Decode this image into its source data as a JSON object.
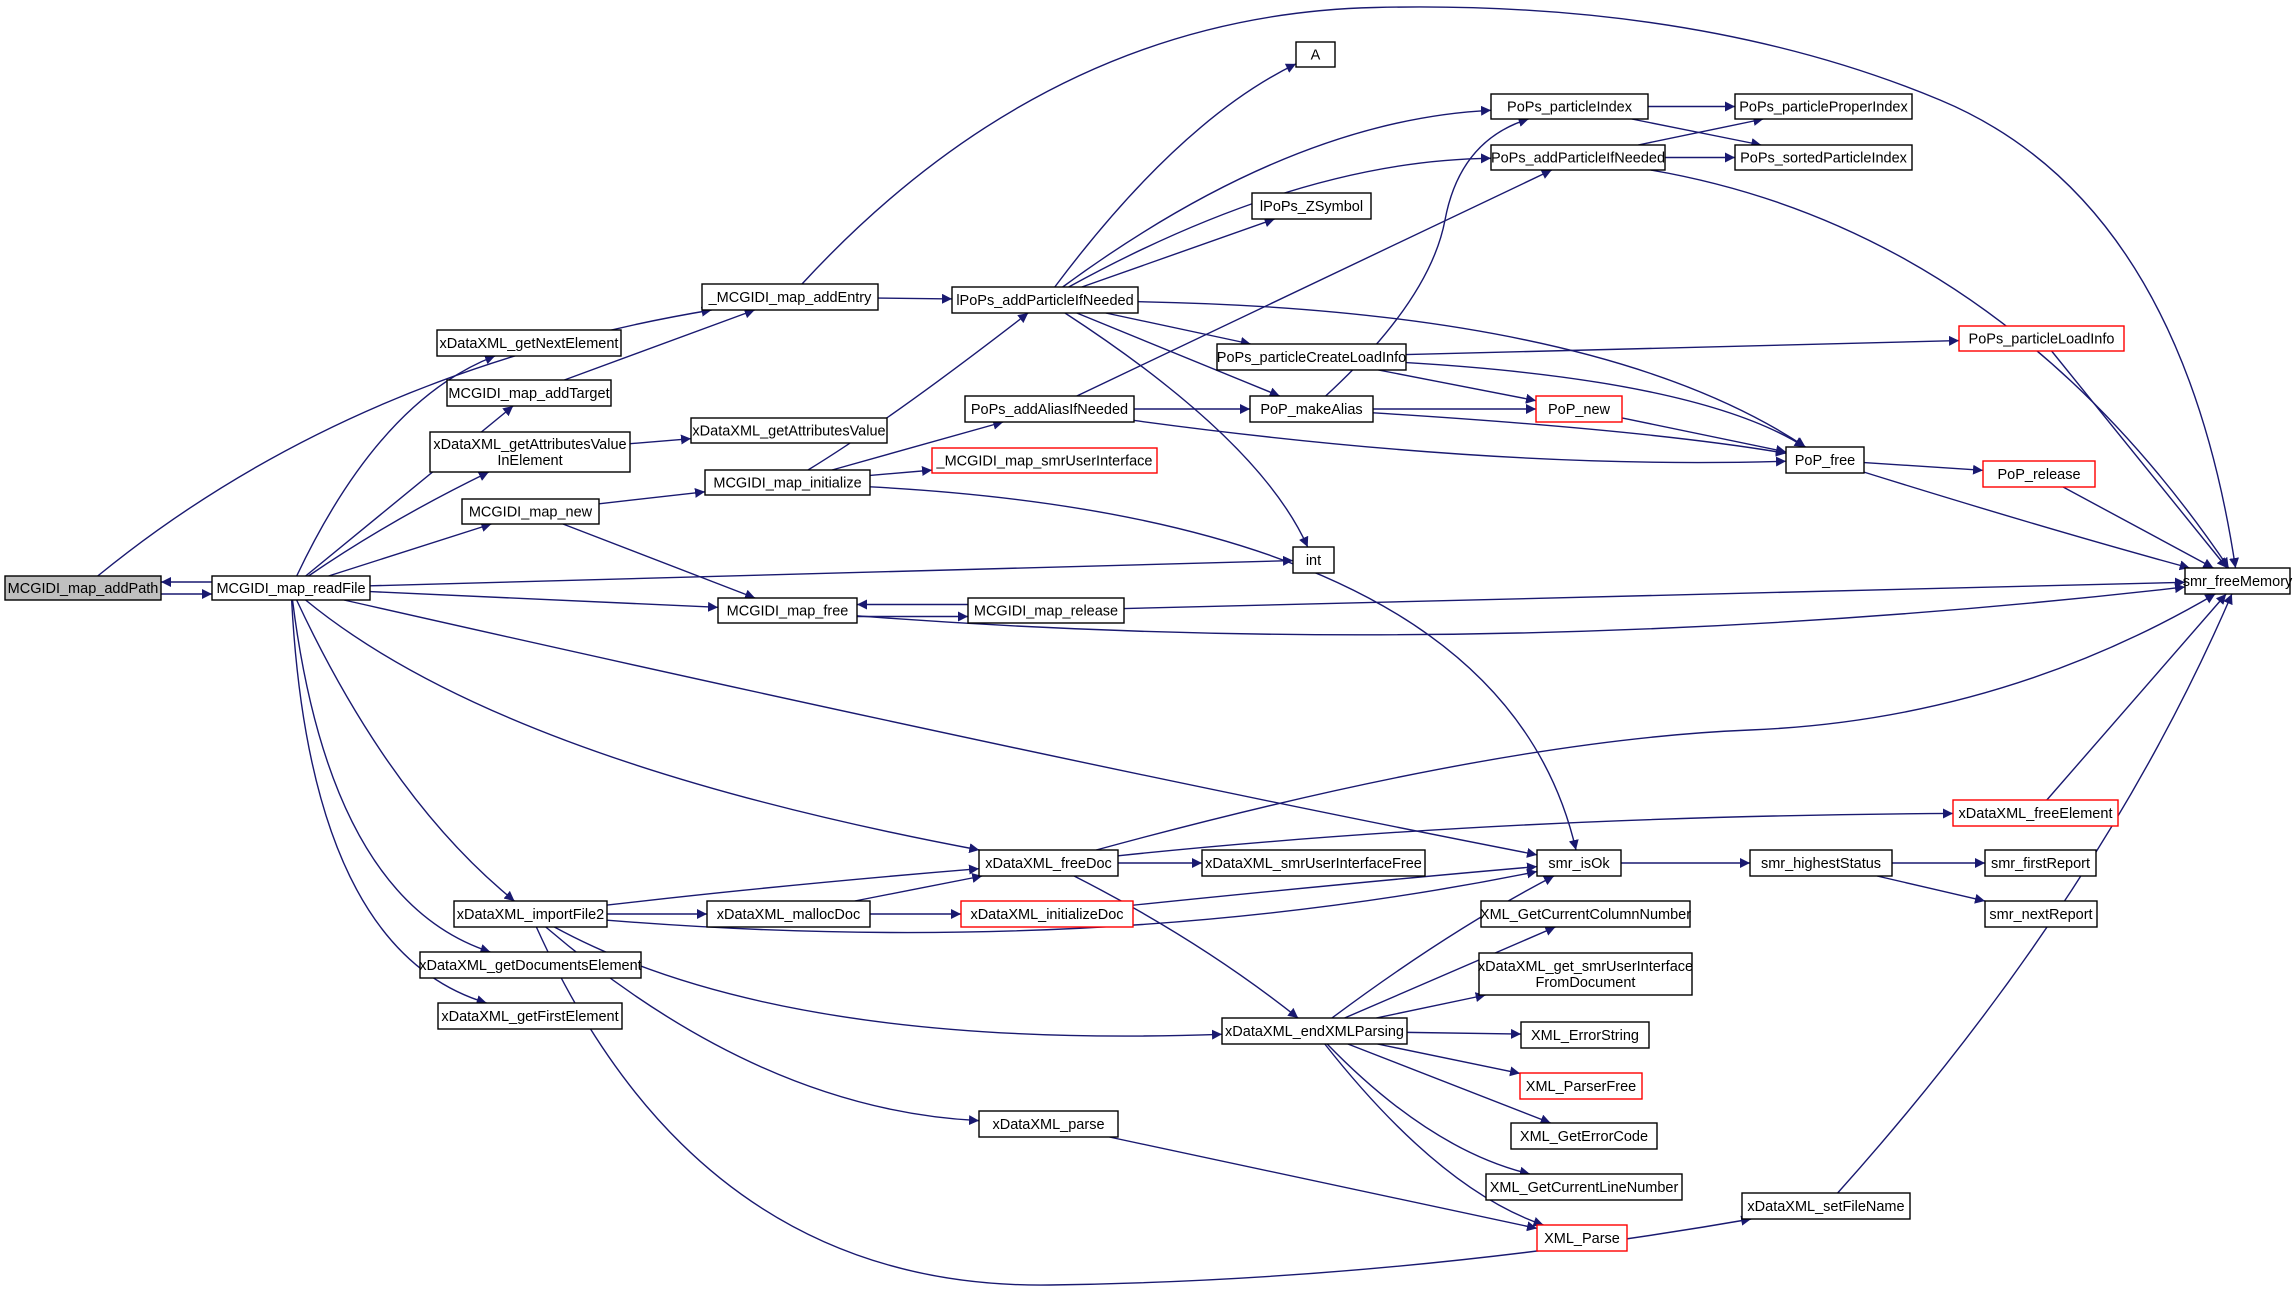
{
  "colors": {
    "edge": "#191970",
    "node_border": "#000000",
    "node_border_truncated": "#ff0000",
    "node_fill": "#ffffff",
    "root_fill": "#bfbfbf"
  },
  "nodes": [
    {
      "id": "addPath",
      "label": [
        "MCGIDI_map_addPath"
      ],
      "style": "root"
    },
    {
      "id": "readFile",
      "label": [
        "MCGIDI_map_readFile"
      ],
      "style": "normal"
    },
    {
      "id": "addEntry",
      "label": [
        "_MCGIDI_map_addEntry"
      ],
      "style": "normal"
    },
    {
      "id": "getNextElement",
      "label": [
        "xDataXML_getNextElement"
      ],
      "style": "normal"
    },
    {
      "id": "addTarget",
      "label": [
        "MCGIDI_map_addTarget"
      ],
      "style": "normal"
    },
    {
      "id": "getAttrVal",
      "label": [
        "xDataXML_getAttributesValue",
        "InElement"
      ],
      "style": "normal"
    },
    {
      "id": "getAttributesValue",
      "label": [
        "xDataXML_getAttributesValue"
      ],
      "style": "normal"
    },
    {
      "id": "mapNew",
      "label": [
        "MCGIDI_map_new"
      ],
      "style": "normal"
    },
    {
      "id": "mapInitialize",
      "label": [
        "MCGIDI_map_initialize"
      ],
      "style": "normal"
    },
    {
      "id": "smrUserInterface",
      "label": [
        "_MCGIDI_map_smrUserInterface"
      ],
      "style": "truncated"
    },
    {
      "id": "mapFree",
      "label": [
        "MCGIDI_map_free"
      ],
      "style": "normal"
    },
    {
      "id": "mapRelease",
      "label": [
        "MCGIDI_map_release"
      ],
      "style": "normal"
    },
    {
      "id": "A",
      "label": [
        "A"
      ],
      "style": "normal"
    },
    {
      "id": "lPoPsAdd",
      "label": [
        "lPoPs_addParticleIfNeeded"
      ],
      "style": "normal"
    },
    {
      "id": "lPoPsZ",
      "label": [
        "lPoPs_ZSymbol"
      ],
      "style": "normal"
    },
    {
      "id": "particleIndex",
      "label": [
        "PoPs_particleIndex"
      ],
      "style": "normal"
    },
    {
      "id": "addParticle",
      "label": [
        "PoPs_addParticleIfNeeded"
      ],
      "style": "normal"
    },
    {
      "id": "properIndex",
      "label": [
        "PoPs_particleProperIndex"
      ],
      "style": "normal"
    },
    {
      "id": "sortedIndex",
      "label": [
        "PoPs_sortedParticleIndex"
      ],
      "style": "normal"
    },
    {
      "id": "createLoadInfo",
      "label": [
        "PoPs_particleCreateLoadInfo"
      ],
      "style": "normal"
    },
    {
      "id": "loadInfo",
      "label": [
        "PoPs_particleLoadInfo"
      ],
      "style": "truncated"
    },
    {
      "id": "addAlias",
      "label": [
        "PoPs_addAliasIfNeeded"
      ],
      "style": "normal"
    },
    {
      "id": "makeAlias",
      "label": [
        "PoP_makeAlias"
      ],
      "style": "normal"
    },
    {
      "id": "popNew",
      "label": [
        "PoP_new"
      ],
      "style": "truncated"
    },
    {
      "id": "popFree",
      "label": [
        "PoP_free"
      ],
      "style": "normal"
    },
    {
      "id": "popRelease",
      "label": [
        "PoP_release"
      ],
      "style": "truncated"
    },
    {
      "id": "int",
      "label": [
        "int"
      ],
      "style": "normal"
    },
    {
      "id": "freeMemory",
      "label": [
        "smr_freeMemory"
      ],
      "style": "normal"
    },
    {
      "id": "freeDoc",
      "label": [
        "xDataXML_freeDoc"
      ],
      "style": "normal"
    },
    {
      "id": "uiFree",
      "label": [
        "xDataXML_smrUserInterfaceFree"
      ],
      "style": "normal"
    },
    {
      "id": "freeElement",
      "label": [
        "xDataXML_freeElement"
      ],
      "style": "truncated"
    },
    {
      "id": "isOk",
      "label": [
        "smr_isOk"
      ],
      "style": "normal"
    },
    {
      "id": "highestStatus",
      "label": [
        "smr_highestStatus"
      ],
      "style": "normal"
    },
    {
      "id": "firstReport",
      "label": [
        "smr_firstReport"
      ],
      "style": "normal"
    },
    {
      "id": "nextReport",
      "label": [
        "smr_nextReport"
      ],
      "style": "normal"
    },
    {
      "id": "importFile2",
      "label": [
        "xDataXML_importFile2"
      ],
      "style": "normal"
    },
    {
      "id": "mallocDoc",
      "label": [
        "xDataXML_mallocDoc"
      ],
      "style": "normal"
    },
    {
      "id": "initializeDoc",
      "label": [
        "xDataXML_initializeDoc"
      ],
      "style": "truncated"
    },
    {
      "id": "getDocElement",
      "label": [
        "xDataXML_getDocumentsElement"
      ],
      "style": "normal"
    },
    {
      "id": "getFirstElement",
      "label": [
        "xDataXML_getFirstElement"
      ],
      "style": "normal"
    },
    {
      "id": "colNum",
      "label": [
        "XML_GetCurrentColumnNumber"
      ],
      "style": "normal"
    },
    {
      "id": "getUI",
      "label": [
        "xDataXML_get_smrUserInterface",
        "FromDocument"
      ],
      "style": "normal"
    },
    {
      "id": "endXML",
      "label": [
        "xDataXML_endXMLParsing"
      ],
      "style": "normal"
    },
    {
      "id": "errString",
      "label": [
        "XML_ErrorString"
      ],
      "style": "normal"
    },
    {
      "id": "parserFree",
      "label": [
        "XML_ParserFree"
      ],
      "style": "truncated"
    },
    {
      "id": "errCode",
      "label": [
        "XML_GetErrorCode"
      ],
      "style": "normal"
    },
    {
      "id": "lineNum",
      "label": [
        "XML_GetCurrentLineNumber"
      ],
      "style": "normal"
    },
    {
      "id": "xmlParse",
      "label": [
        "XML_Parse"
      ],
      "style": "truncated"
    },
    {
      "id": "xparse",
      "label": [
        "xDataXML_parse"
      ],
      "style": "normal"
    },
    {
      "id": "setFileName",
      "label": [
        "xDataXML_setFileName"
      ],
      "style": "normal"
    }
  ],
  "edges": [
    [
      "addPath",
      "readFile"
    ],
    [
      "readFile",
      "addPath"
    ],
    [
      "addPath",
      "addEntry"
    ],
    [
      "readFile",
      "getNextElement"
    ],
    [
      "readFile",
      "addTarget"
    ],
    [
      "readFile",
      "getAttrVal"
    ],
    [
      "readFile",
      "mapNew"
    ],
    [
      "readFile",
      "int"
    ],
    [
      "readFile",
      "mapFree"
    ],
    [
      "readFile",
      "isOk"
    ],
    [
      "readFile",
      "freeDoc"
    ],
    [
      "readFile",
      "importFile2"
    ],
    [
      "readFile",
      "getDocElement"
    ],
    [
      "readFile",
      "getFirstElement"
    ],
    [
      "addEntry",
      "lPoPsAdd"
    ],
    [
      "addEntry",
      "freeMemory"
    ],
    [
      "addTarget",
      "addEntry"
    ],
    [
      "getAttrVal",
      "getAttributesValue"
    ],
    [
      "mapNew",
      "mapInitialize"
    ],
    [
      "mapNew",
      "mapFree"
    ],
    [
      "mapInitialize",
      "lPoPsAdd"
    ],
    [
      "mapInitialize",
      "addAlias"
    ],
    [
      "mapInitialize",
      "smrUserInterface"
    ],
    [
      "mapInitialize",
      "isOk"
    ],
    [
      "mapFree",
      "mapRelease"
    ],
    [
      "mapFree",
      "freeMemory"
    ],
    [
      "mapRelease",
      "mapFree"
    ],
    [
      "mapRelease",
      "freeMemory"
    ],
    [
      "lPoPsAdd",
      "A"
    ],
    [
      "lPoPsAdd",
      "particleIndex"
    ],
    [
      "lPoPsAdd",
      "addParticle"
    ],
    [
      "lPoPsAdd",
      "lPoPsZ"
    ],
    [
      "lPoPsAdd",
      "createLoadInfo"
    ],
    [
      "lPoPsAdd",
      "makeAlias"
    ],
    [
      "lPoPsAdd",
      "popFree"
    ],
    [
      "lPoPsAdd",
      "int"
    ],
    [
      "particleIndex",
      "properIndex"
    ],
    [
      "particleIndex",
      "sortedIndex"
    ],
    [
      "addParticle",
      "properIndex"
    ],
    [
      "addParticle",
      "sortedIndex"
    ],
    [
      "addParticle",
      "freeMemory"
    ],
    [
      "createLoadInfo",
      "loadInfo"
    ],
    [
      "createLoadInfo",
      "popNew"
    ],
    [
      "createLoadInfo",
      "popFree"
    ],
    [
      "addAlias",
      "addParticle"
    ],
    [
      "addAlias",
      "makeAlias"
    ],
    [
      "addAlias",
      "popFree"
    ],
    [
      "makeAlias",
      "particleIndex"
    ],
    [
      "makeAlias",
      "popNew"
    ],
    [
      "makeAlias",
      "popFree"
    ],
    [
      "popNew",
      "popFree"
    ],
    [
      "popFree",
      "popRelease"
    ],
    [
      "popFree",
      "freeMemory"
    ],
    [
      "popRelease",
      "freeMemory"
    ],
    [
      "loadInfo",
      "freeMemory"
    ],
    [
      "freeDoc",
      "uiFree"
    ],
    [
      "freeDoc",
      "freeElement"
    ],
    [
      "freeDoc",
      "freeMemory"
    ],
    [
      "freeDoc",
      "endXML"
    ],
    [
      "freeElement",
      "freeMemory"
    ],
    [
      "isOk",
      "highestStatus"
    ],
    [
      "highestStatus",
      "firstReport"
    ],
    [
      "highestStatus",
      "nextReport"
    ],
    [
      "importFile2",
      "freeDoc"
    ],
    [
      "importFile2",
      "mallocDoc"
    ],
    [
      "importFile2",
      "isOk"
    ],
    [
      "importFile2",
      "endXML"
    ],
    [
      "importFile2",
      "xparse"
    ],
    [
      "importFile2",
      "setFileName"
    ],
    [
      "mallocDoc",
      "freeDoc"
    ],
    [
      "mallocDoc",
      "initializeDoc"
    ],
    [
      "initializeDoc",
      "isOk"
    ],
    [
      "endXML",
      "isOk"
    ],
    [
      "endXML",
      "colNum"
    ],
    [
      "endXML",
      "getUI"
    ],
    [
      "endXML",
      "errString"
    ],
    [
      "endXML",
      "parserFree"
    ],
    [
      "endXML",
      "errCode"
    ],
    [
      "endXML",
      "lineNum"
    ],
    [
      "endXML",
      "xmlParse"
    ],
    [
      "xparse",
      "xmlParse"
    ],
    [
      "setFileName",
      "freeMemory"
    ]
  ]
}
